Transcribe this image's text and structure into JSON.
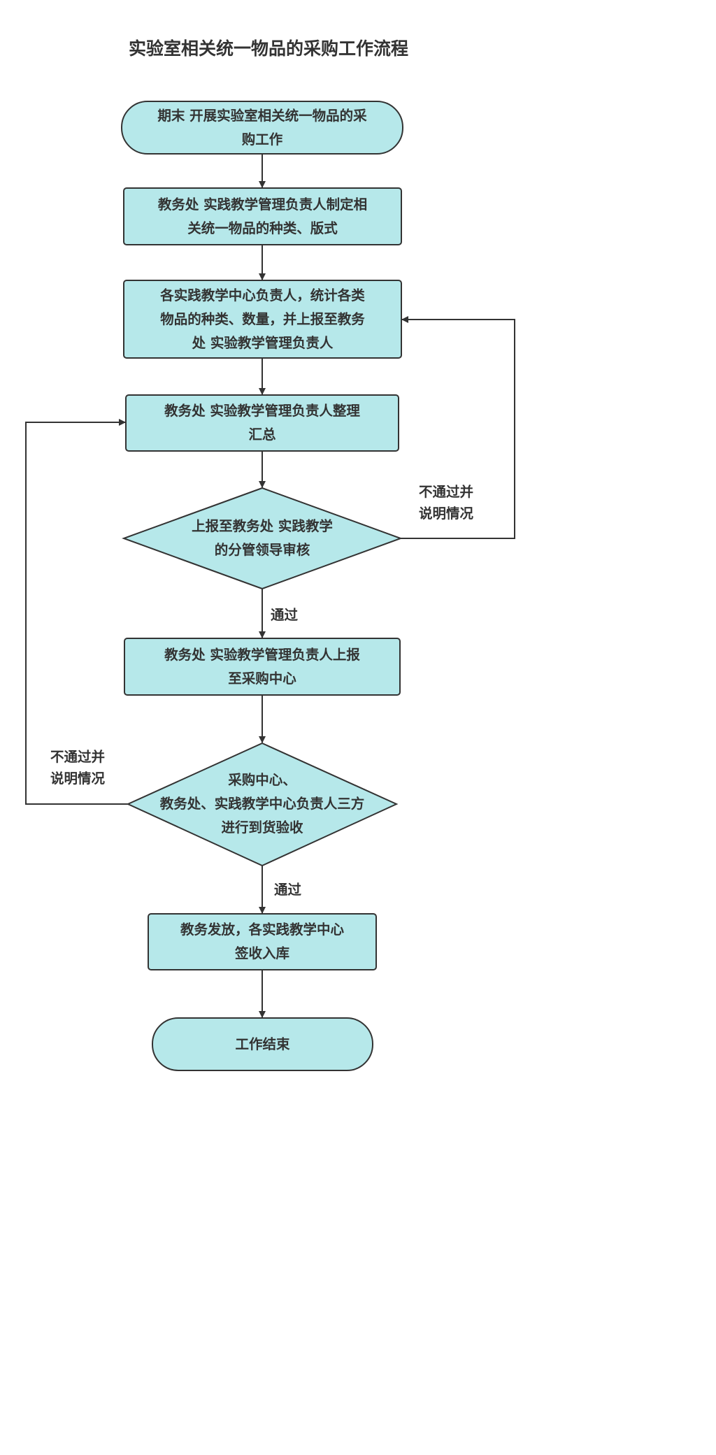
{
  "title": "实验室相关统一物品的采购工作流程",
  "colors": {
    "fill": "#b6e8ea",
    "stroke": "#333333",
    "text": "#333333"
  },
  "nodes": {
    "start": "期末 开展实验室相关统一物品的采\n购工作",
    "define_types": "教务处 实践教学管理负责人制定相\n关统一物品的种类、版式",
    "center_stats": "各实践教学中心负责人，统计各类\n物品的种类、数量，并上报至教务\n处 实验教学管理负责人",
    "summarize": "教务处 实验教学管理负责人整理\n汇总",
    "leader_review": "上报至教务处 实践教学\n的分管领导审核",
    "report_purchasing": "教务处 实验教学管理负责人上报\n至采购中心",
    "acceptance": "采购中心、\n教务处、实践教学中心负责人三方\n进行到货验收",
    "distribute": "教务发放，各实践教学中心\n签收入库",
    "end": "工作结束"
  },
  "edge_labels": {
    "review_reject": "不通过并\n说明情况",
    "review_pass": "通过",
    "acceptance_reject": "不通过并\n说明情况",
    "acceptance_pass": "通过"
  }
}
